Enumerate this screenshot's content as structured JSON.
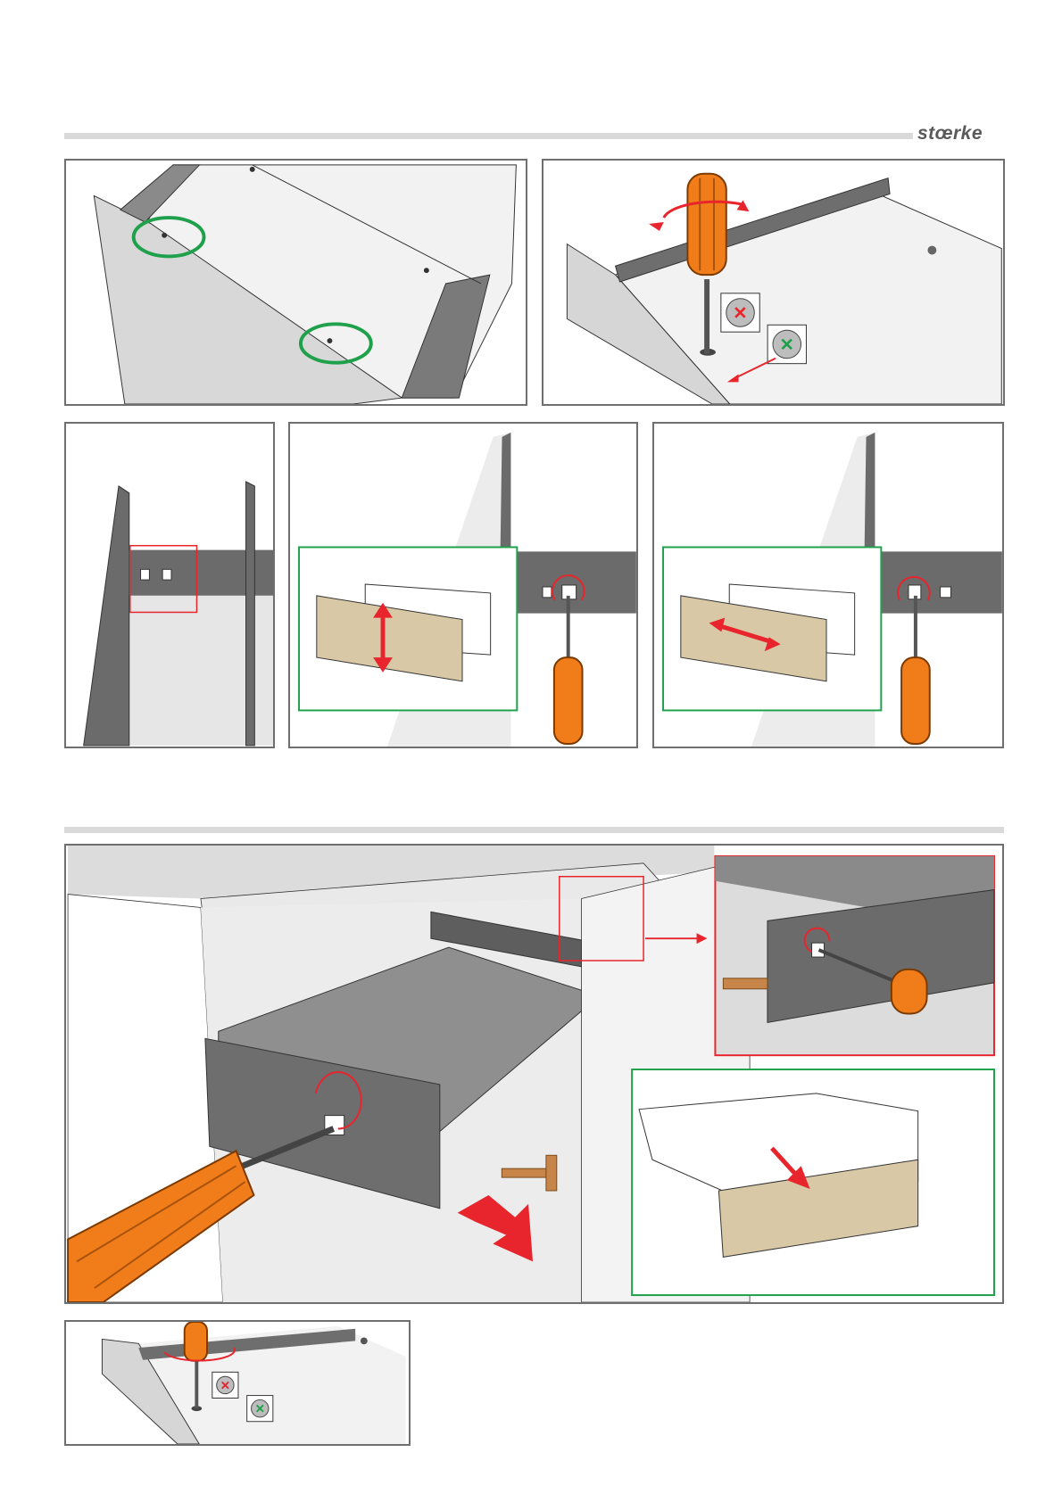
{
  "brand": {
    "logo_text": "stœrke"
  },
  "colors": {
    "accent_red": "#e8242c",
    "check_green": "#1fa04b",
    "handle_orange": "#f07c1a",
    "panel_border": "#6f6f6f",
    "header_rule": "#d9d9d9",
    "wood_front": "#d8c8a6",
    "dark_side": "#6b6b6b",
    "floor_gray": "#cfcfcf"
  },
  "steps": [
    {
      "id": "check-screws",
      "icons": [
        "green-circle-marker"
      ]
    },
    {
      "id": "tighten-screw",
      "icons": [
        "screwdriver-icon",
        "rotate-arrow-icon",
        "wrong-screw-icon",
        "correct-screw-icon"
      ]
    },
    {
      "id": "locate-adjusters",
      "icons": [
        "red-highlight-box"
      ]
    },
    {
      "id": "adjust-height",
      "icons": [
        "vertical-arrow-icon",
        "screwdriver-icon"
      ]
    },
    {
      "id": "adjust-side",
      "icons": [
        "horizontal-arrow-icon",
        "screwdriver-icon"
      ]
    },
    {
      "id": "remove-drawer",
      "icons": [
        "screwdriver-icon",
        "pull-arrow-icon",
        "remove-front-arrow-icon"
      ]
    },
    {
      "id": "tighten-screw-small",
      "icons": [
        "screwdriver-icon",
        "wrong-screw-icon",
        "correct-screw-icon"
      ]
    }
  ]
}
